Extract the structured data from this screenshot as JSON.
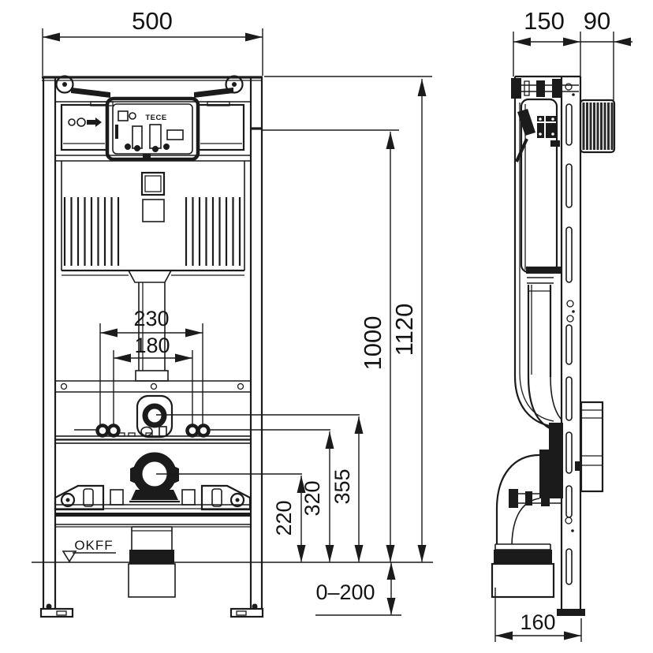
{
  "dimensions_front": {
    "width": "500",
    "height_total": "1120",
    "height_upper": "1000",
    "fixing_spacing_outer": "230",
    "fixing_spacing_inner": "180",
    "flush_pipe_height": "355",
    "fixing_rod_height": "320",
    "drain_height": "220",
    "foot_adjustment_range": "0–200"
  },
  "dimensions_side": {
    "depth": "150",
    "protection_box_depth": "90",
    "drain_offset": "160"
  },
  "annotations": {
    "floor_level": "OKFF",
    "brand": "TECE"
  }
}
